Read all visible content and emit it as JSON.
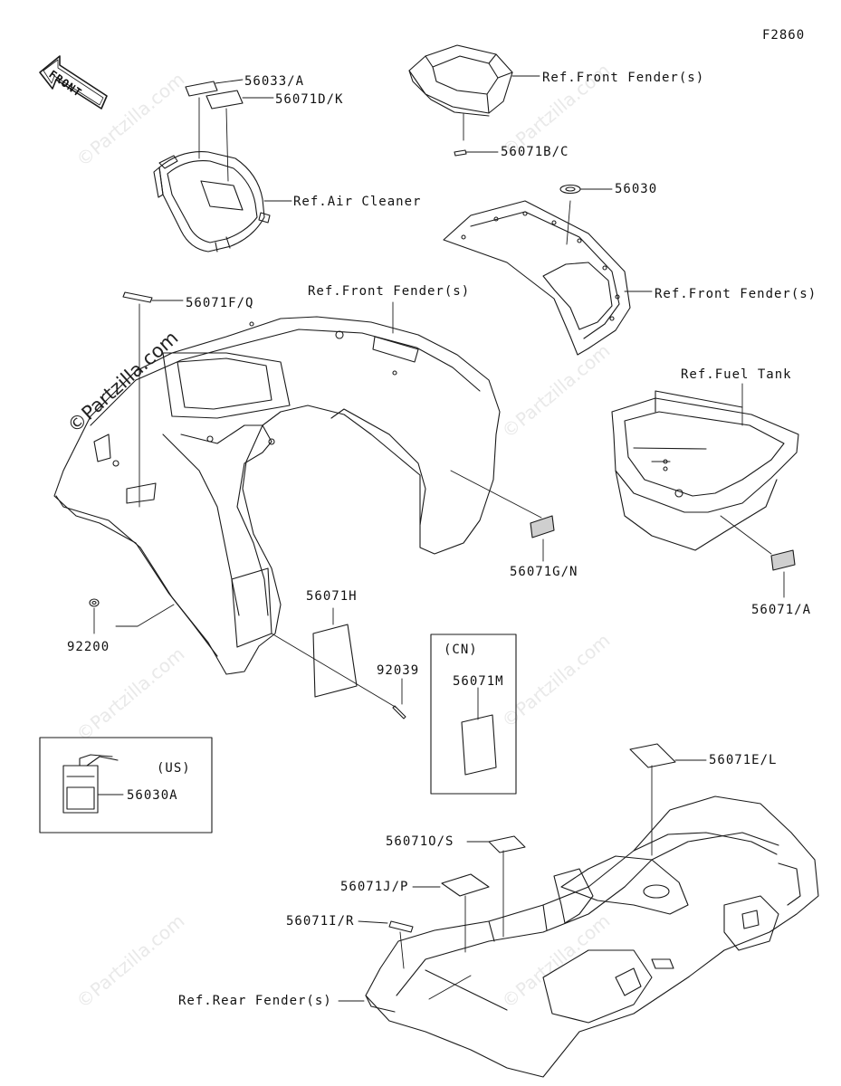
{
  "diagram": {
    "code": "F2860",
    "front_label": "FRONT",
    "labels": {
      "p56033A": "56033/A",
      "p56071DK": "56071D/K",
      "ref_air_cleaner": "Ref.Air Cleaner",
      "ref_front_fender_top": "Ref.Front Fender(s)",
      "p56071BC": "56071B/C",
      "p56030": "56030",
      "ref_front_fender_right": "Ref.Front Fender(s)",
      "p56071FQ": "56071F/Q",
      "ref_front_fender_center": "Ref.Front Fender(s)",
      "ref_fuel_tank": "Ref.Fuel Tank",
      "p56071GN": "56071G/N",
      "p56071A": "56071/A",
      "p56071H": "56071H",
      "p92039": "92039",
      "cn_label": "(CN)",
      "p56071M": "56071M",
      "p92200": "92200",
      "us_label": "(US)",
      "p56030A": "56030A",
      "p56071EL": "56071E/L",
      "p56071OS": "56071O/S",
      "p56071JP": "56071J/P",
      "p56071IR": "56071I/R",
      "ref_rear_fender": "Ref.Rear Fender(s)"
    },
    "watermark": "©Partzilla.com",
    "colors": {
      "line": "#1a1a1a",
      "watermark": "#e6e6e6",
      "shade": "#cfcfcf"
    }
  }
}
